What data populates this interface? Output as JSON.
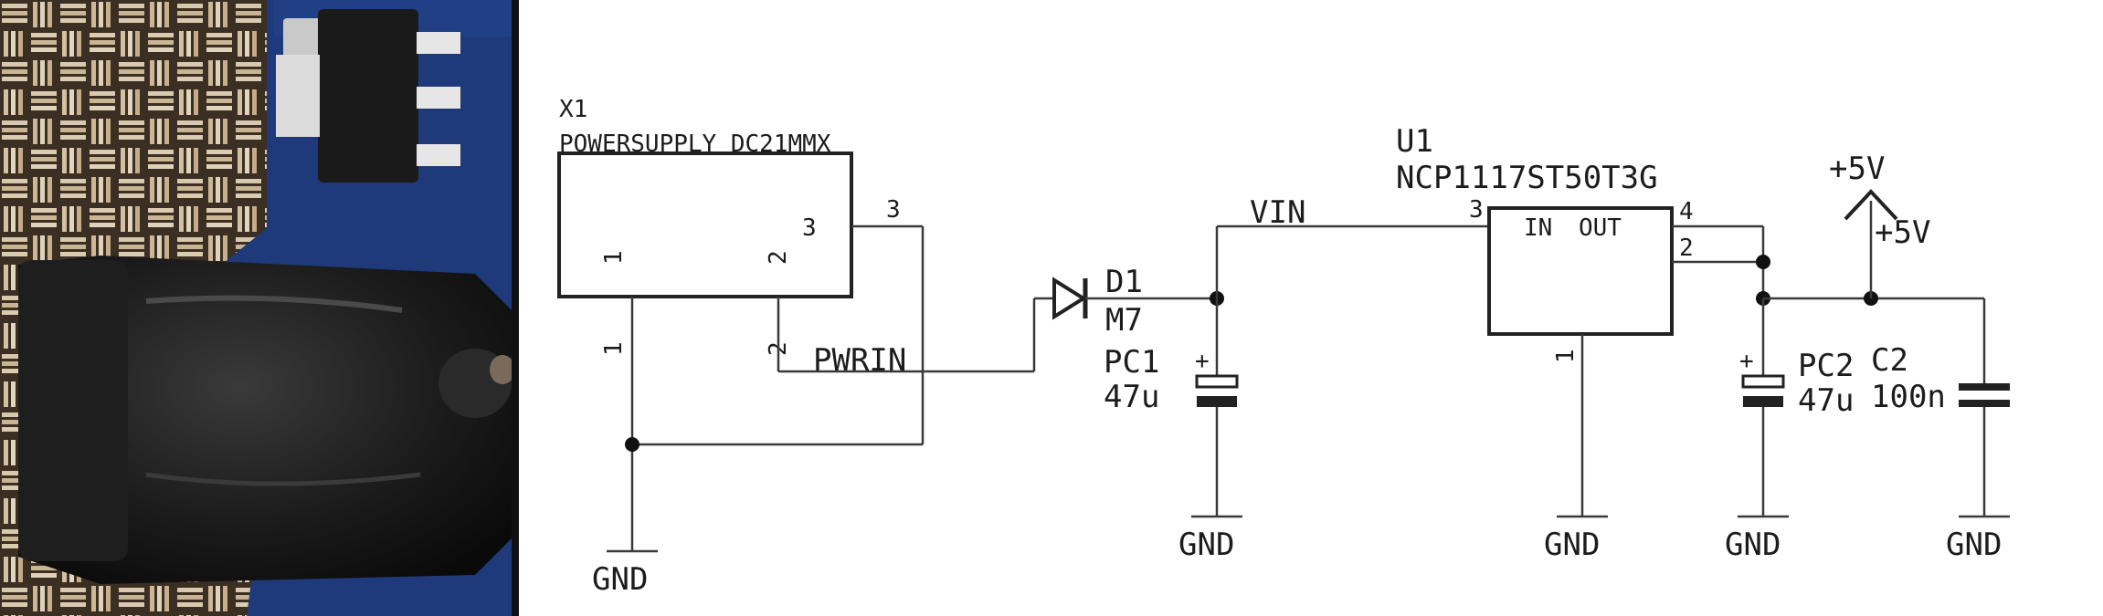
{
  "photo": {
    "subject": "dc barrel jack on blue pcb over woven mat"
  },
  "schematic": {
    "x1": {
      "ref": "X1",
      "value": "POWERSUPPLY_DC21MMX",
      "pin_1": "1",
      "pin_2": "2",
      "pin_3": "3"
    },
    "d1": {
      "ref": "D1",
      "value": "M7"
    },
    "pc1": {
      "ref": "PC1",
      "value": "47u",
      "polarity": "+"
    },
    "u1": {
      "ref": "U1",
      "value": "NCP1117ST50T3G",
      "in_label": "IN",
      "out_label": "OUT",
      "pin_1": "1",
      "pin_2": "2",
      "pin_3": "3",
      "pin_4": "4"
    },
    "pc2": {
      "ref": "PC2",
      "value": "47u",
      "polarity": "+"
    },
    "c2": {
      "ref": "C2",
      "value": "100n"
    },
    "nets": {
      "vin": "VIN",
      "pwrin": "PWRIN",
      "gnd": "GND",
      "plus5v_label": "+5V",
      "plus5v_symbol": "+5V"
    }
  }
}
